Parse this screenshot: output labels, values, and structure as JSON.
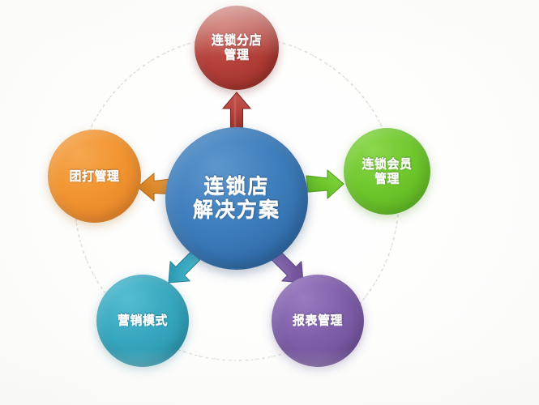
{
  "diagram": {
    "type": "radial-hub-and-spoke",
    "background_color": "#fdfdfc",
    "center": {
      "id": "hub",
      "label": "连锁店\n解决方案",
      "line1": "连锁店",
      "line2": "解决方案",
      "color": "#3f7fbd",
      "text_color": "#ffffff"
    },
    "nodes": [
      {
        "id": "branch-management",
        "label": "连锁分店管理",
        "line1": "连锁分店",
        "line2": "管理",
        "color": "#b44039",
        "arrow_color": "#a93a33",
        "arrow_direction": "up",
        "position": "top"
      },
      {
        "id": "group-buy-management",
        "label": "团打管理",
        "line1": "团打管理",
        "line2": "",
        "color": "#f19430",
        "arrow_color": "#dd8a2b",
        "arrow_direction": "left",
        "position": "left"
      },
      {
        "id": "member-management",
        "label": "连锁会员管理",
        "line1": "连锁会员",
        "line2": "管理",
        "color": "#6fc72d",
        "arrow_color": "#63bd24",
        "arrow_direction": "right",
        "position": "right"
      },
      {
        "id": "marketing-model",
        "label": "营销模式",
        "line1": "营销模式",
        "line2": "",
        "color": "#36a7bf",
        "arrow_color": "#319eb6",
        "arrow_direction": "down-left",
        "position": "bottom-left"
      },
      {
        "id": "report-management",
        "label": "报表管理",
        "line1": "报表管理",
        "line2": "",
        "color": "#7e5fa9",
        "arrow_color": "#74559f",
        "arrow_direction": "down-right",
        "position": "bottom-right"
      }
    ],
    "connector_ring": {
      "style": "dashed",
      "color": "#b9b9b6",
      "description": "faint dashed arc linking the five outer circles"
    }
  }
}
